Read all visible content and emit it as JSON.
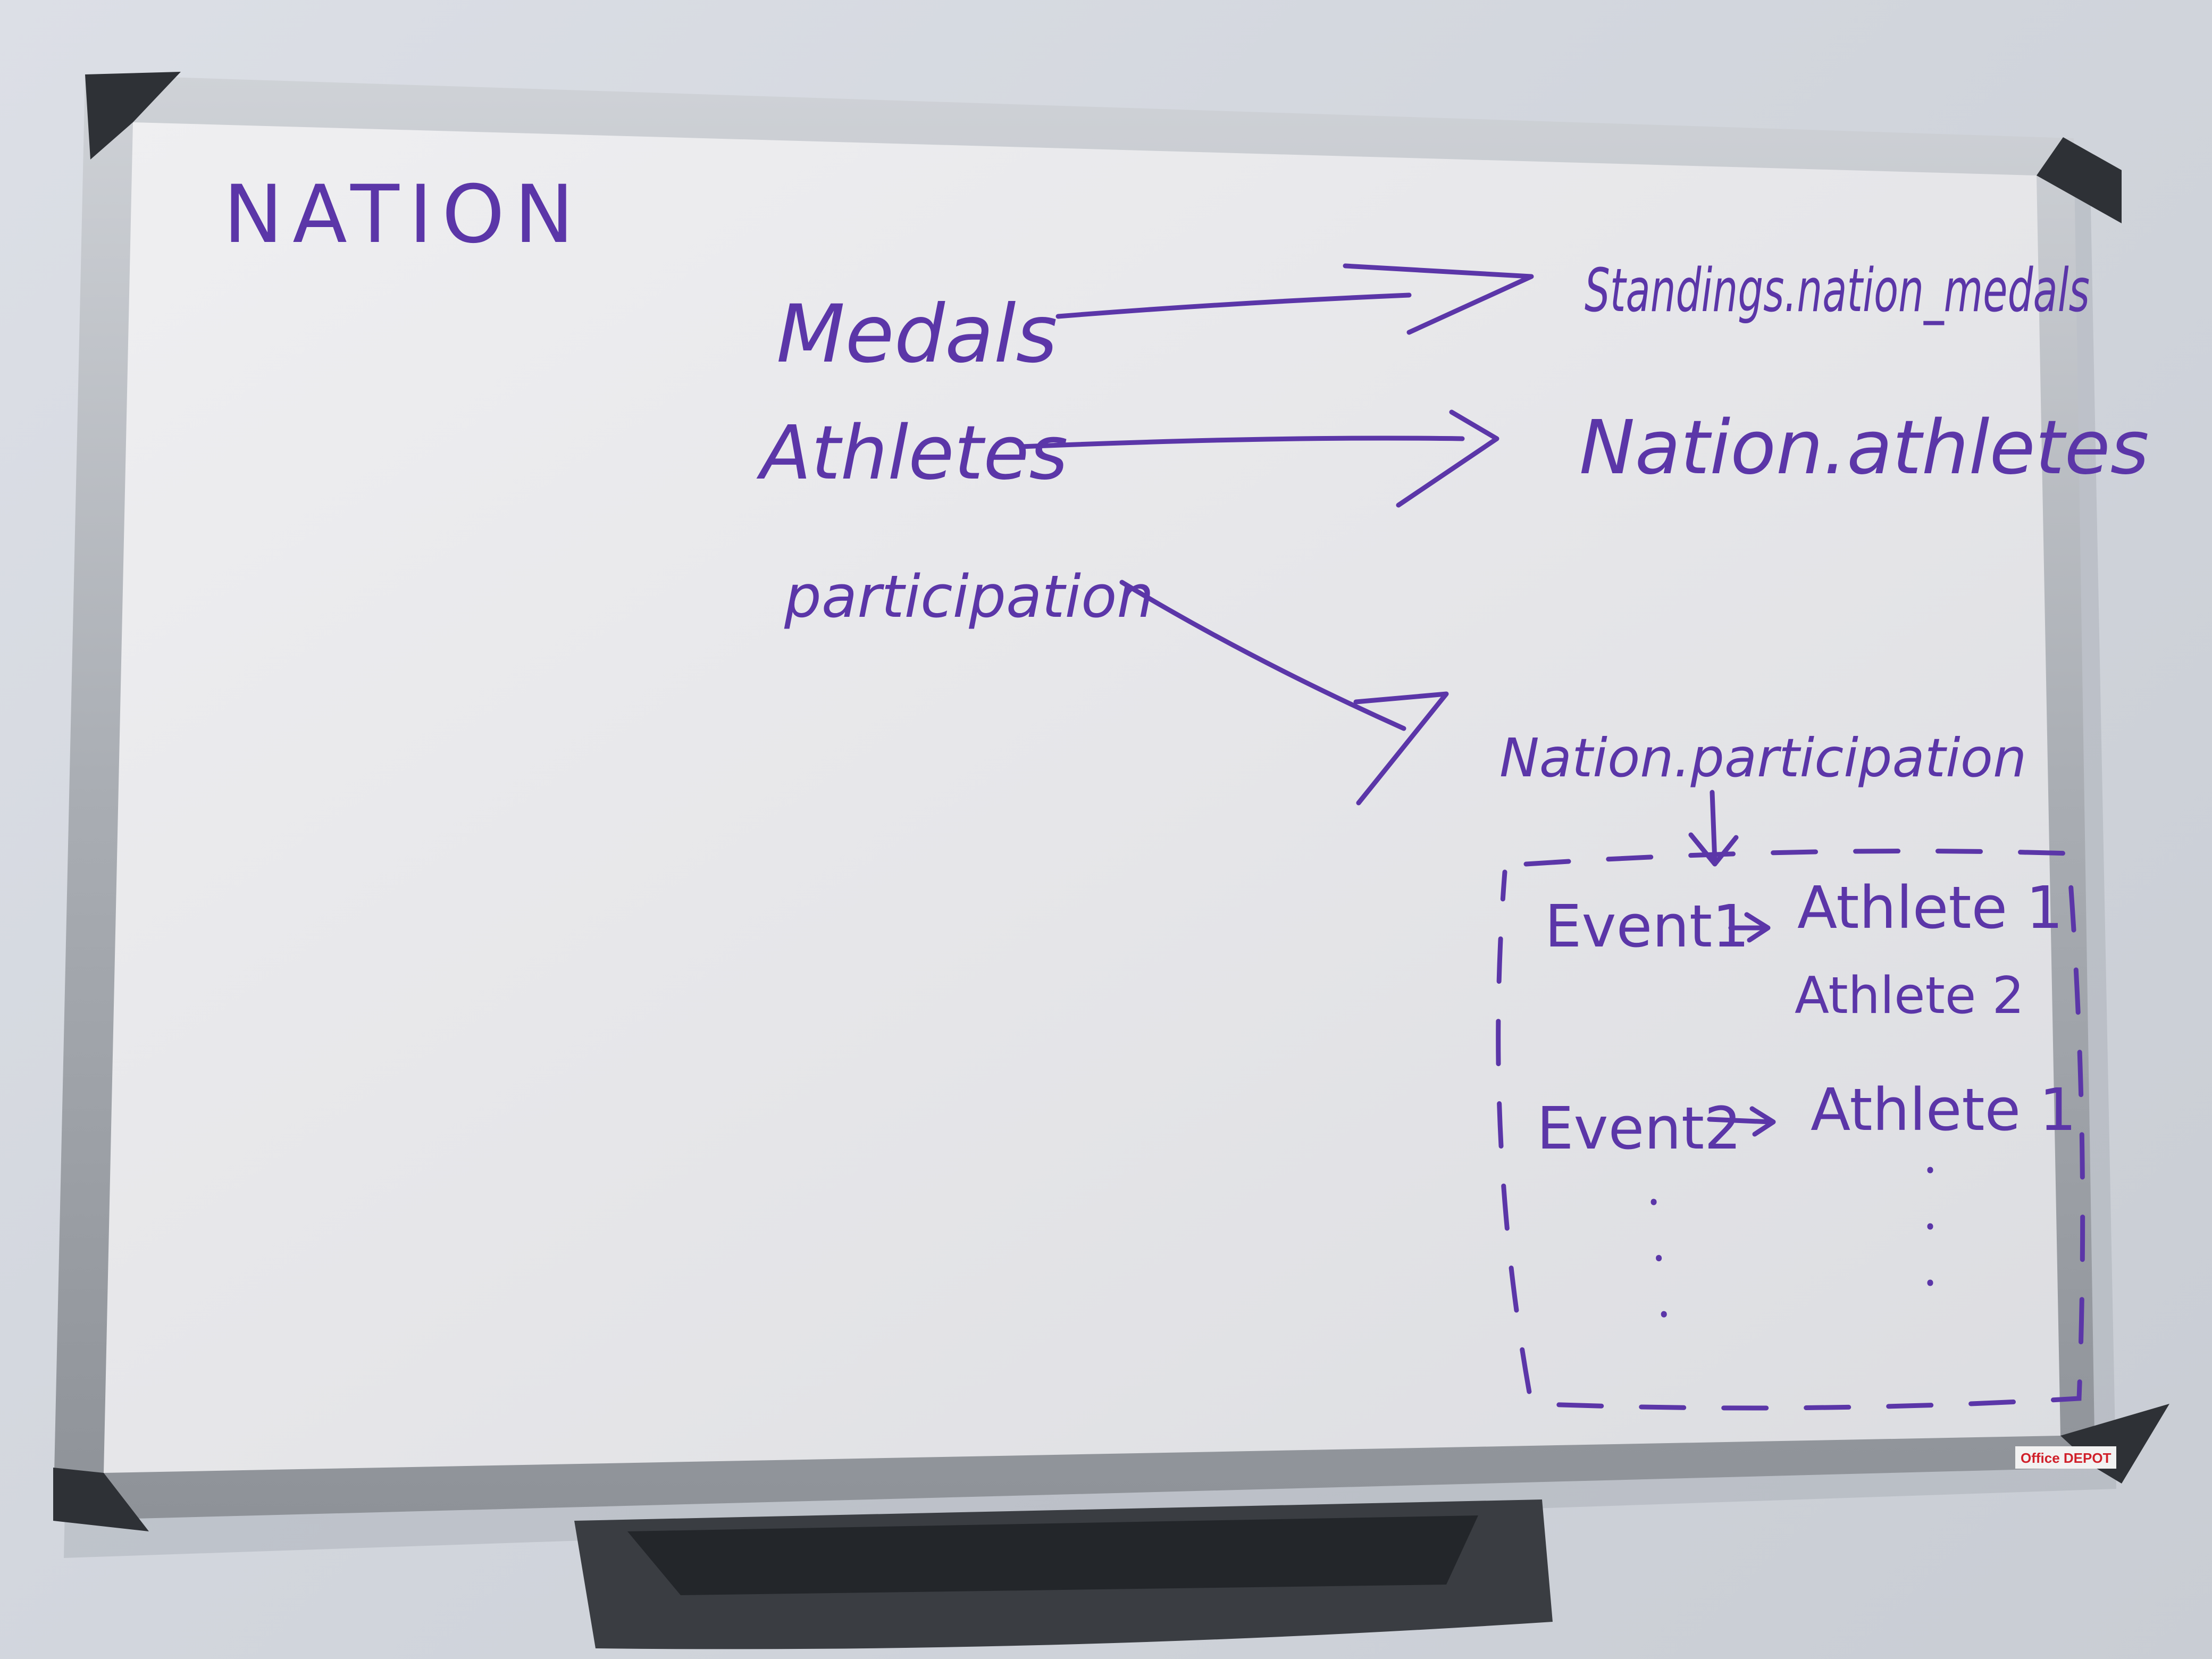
{
  "board": {
    "heading": "NATION",
    "mappings": [
      {
        "source": "Medals",
        "target": "Standings.nation_medals"
      },
      {
        "source": "Athletes",
        "target": "Nation.athletes"
      },
      {
        "source": "participation",
        "target": "Nation.participation"
      }
    ],
    "structure_box": {
      "rows": [
        {
          "event": "Event1",
          "athletes": [
            "Athlete 1",
            "Athlete 2"
          ]
        },
        {
          "event": "Event2",
          "athletes": [
            "Athlete 1"
          ]
        }
      ]
    },
    "brand_label": "Office DEPOT"
  },
  "colors": {
    "marker_ink": "#5b36a8",
    "board_surface": "#e8e8ea",
    "frame_aluminum": "#b8bcc2",
    "corner_caps": "#2e3136",
    "wall": "#d6d9df"
  },
  "icons": [
    "arrow-icon",
    "corner-cap-icon",
    "dashed-box-icon"
  ]
}
